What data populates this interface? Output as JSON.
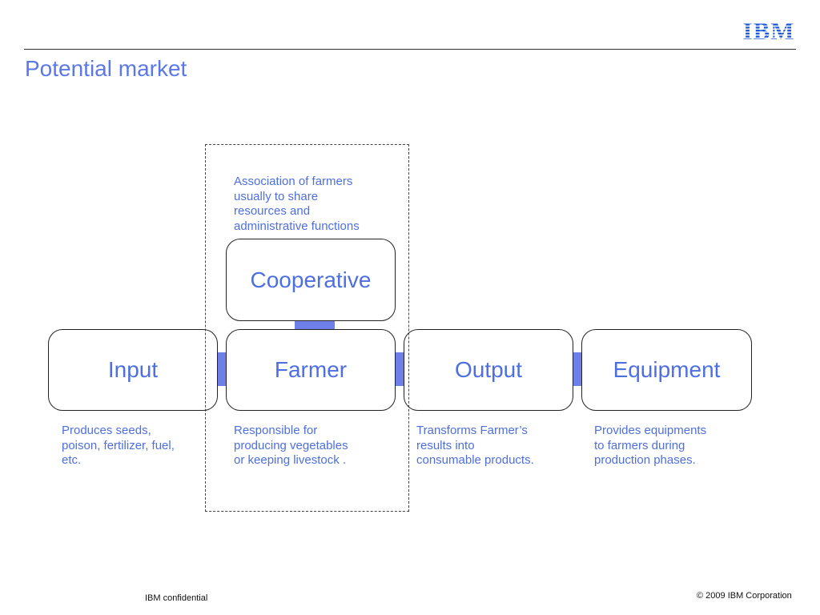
{
  "header": {
    "logo_text": "IBM",
    "title": "Potential market"
  },
  "nodes": {
    "cooperative": "Cooperative",
    "input": "Input",
    "farmer": "Farmer",
    "output": "Output",
    "equipment": "Equipment"
  },
  "descriptions": {
    "cooperative": [
      "Association of farmers",
      "usually to share",
      "resources and",
      "administrative functions"
    ],
    "input": [
      "Produces seeds,",
      "poison, fertilizer, fuel,",
      "etc."
    ],
    "farmer": [
      "Responsible for",
      "producing vegetables",
      "or keeping livestock ."
    ],
    "output": [
      "Transforms Farmer’s",
      "results into",
      "consumable products."
    ],
    "equipment": [
      "Provides equipments",
      "to farmers during",
      "production phases."
    ]
  },
  "footer": {
    "left": "IBM confidential",
    "right": "© 2009 IBM Corporation"
  },
  "colors": {
    "accent": "#4E6FE0",
    "connector": "#6F7FE8"
  }
}
